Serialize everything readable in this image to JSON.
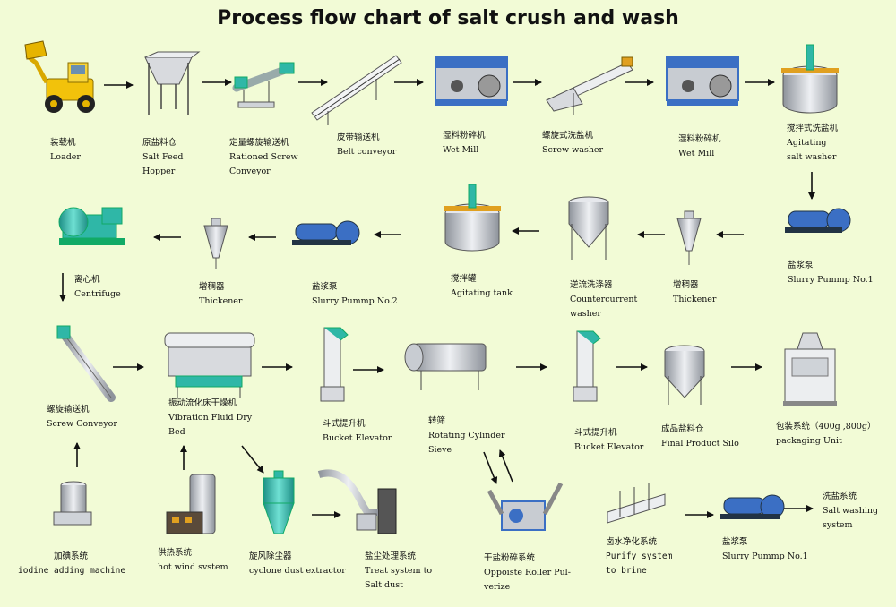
{
  "title": "Process flow chart of salt crush and wash",
  "colors": {
    "background": "#f2fbd6",
    "machine_blue": "#3b6fc4",
    "pipe_green": "#2fb7a7",
    "steel": "#b8bcc4"
  },
  "nodes": {
    "loader": {
      "icon": "loader-icon",
      "lines": [
        "装载机",
        "Loader"
      ]
    },
    "hopper": {
      "icon": "hopper-icon",
      "lines": [
        "原盐料仓",
        "Salt Feed",
        "Hopper"
      ]
    },
    "screw_conveyor_1": {
      "icon": "screw-conveyor-icon",
      "lines": [
        "定量螺旋输送机",
        "Rationed Screw",
        "Conveyor"
      ]
    },
    "belt_conveyor": {
      "icon": "belt-conveyor-icon",
      "lines": [
        "皮带输送机",
        "Belt  conveyor"
      ]
    },
    "wet_mill_1": {
      "icon": "wet-mill-icon",
      "lines": [
        "湿料粉碎机",
        "Wet Mill"
      ]
    },
    "screw_washer": {
      "icon": "screw-washer-icon",
      "lines": [
        "螺旋式洗盐机",
        "Screw  washer"
      ]
    },
    "wet_mill_2": {
      "icon": "wet-mill-icon",
      "lines": [
        "湿料粉碎机",
        "Wet Mill"
      ]
    },
    "agitating_washer": {
      "icon": "agitating-washer-icon",
      "lines": [
        "搅拌式洗盐机",
        "Agitating",
        "salt washer"
      ]
    },
    "slurry_pump_1": {
      "icon": "slurry-pump-icon",
      "lines": [
        "盐浆泵",
        "Slurry Pummp No.1"
      ]
    },
    "thickener_1": {
      "icon": "thickener-icon",
      "lines": [
        "增稠器",
        "Thickener"
      ]
    },
    "countercurrent_washer": {
      "icon": "countercurrent-washer-icon",
      "lines": [
        "逆流洗涤器",
        "Countercurrent",
        "washer"
      ]
    },
    "agitating_tank": {
      "icon": "agitating-tank-icon",
      "lines": [
        "搅拌罐",
        "Agitating tank"
      ]
    },
    "slurry_pump_2": {
      "icon": "slurry-pump-icon",
      "lines": [
        "盐浆泵",
        "Slurry Pummp No.2"
      ]
    },
    "thickener_2": {
      "icon": "thickener-icon",
      "lines": [
        "增稠器",
        "Thickener"
      ]
    },
    "centrifuge": {
      "icon": "centrifuge-icon",
      "lines": [
        "离心机",
        "Centrifuge"
      ]
    },
    "screw_conveyor_2": {
      "icon": "inclined-screw-conveyor-icon",
      "lines": [
        "螺旋输送机",
        "Screw  Conveyor"
      ]
    },
    "fluid_dry_bed": {
      "icon": "fluid-dry-bed-icon",
      "lines": [
        "振动流化床干燥机",
        "Vibration Fluid Dry",
        "Bed"
      ]
    },
    "bucket_elevator_1": {
      "icon": "bucket-elevator-icon",
      "lines": [
        "斗式提升机",
        "Bucket Elevator"
      ]
    },
    "rotating_sieve": {
      "icon": "rotating-sieve-icon",
      "lines": [
        "转筛",
        "Rotating  Cylinder",
        "Sieve"
      ]
    },
    "bucket_elevator_2": {
      "icon": "bucket-elevator-icon",
      "lines": [
        "斗式提升机",
        "Bucket  Elevator"
      ]
    },
    "final_silo": {
      "icon": "silo-icon",
      "lines": [
        "成品盐料仓",
        "Final  Product  Silo"
      ]
    },
    "packaging": {
      "icon": "packaging-machine-icon",
      "lines": [
        "包装系统（400g ,800g）",
        "packaging   Unit"
      ]
    },
    "iodine": {
      "icon": "iodine-machine-icon",
      "lines": [
        "加碘系统",
        "iodine adding machine"
      ]
    },
    "hot_wind": {
      "icon": "hot-wind-stove-icon",
      "lines": [
        "供热系统",
        "hot wind svstem"
      ]
    },
    "cyclone": {
      "icon": "cyclone-icon",
      "lines": [
        "旋风除尘器",
        "cyclone  dust  extractor"
      ]
    },
    "dust_treat": {
      "icon": "dust-treatment-icon",
      "lines": [
        "盐尘处理系统",
        "Treat system to",
        "Salt dust"
      ]
    },
    "roller_pulverize": {
      "icon": "roller-pulverizer-icon",
      "lines": [
        "干盐粉碎系统",
        "Oppoiste Roller Pul-",
        "verize"
      ]
    },
    "brine": {
      "icon": "brine-purifier-icon",
      "lines": [
        "卤水净化系统",
        "Purify  system",
        "to  brine"
      ]
    },
    "slurry_pump_3": {
      "icon": "slurry-pump-icon",
      "lines": [
        "盐浆泵",
        "Slurry Pummp No.1"
      ]
    },
    "salt_washing": {
      "lines": [
        "洗盐系统",
        "Salt washing",
        "system"
      ]
    }
  }
}
